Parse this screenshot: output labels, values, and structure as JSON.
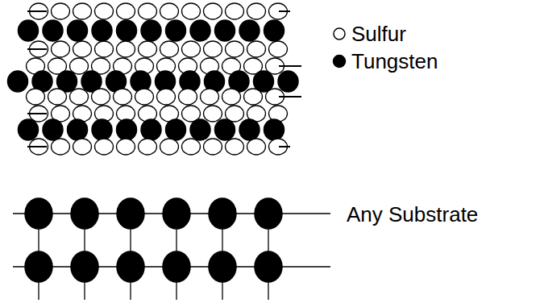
{
  "diagram": {
    "labels": [
      "Any Substrate"
    ],
    "legend": [
      {
        "text": "Sulfur"
      },
      {
        "text": "Tungsten"
      }
    ]
  }
}
